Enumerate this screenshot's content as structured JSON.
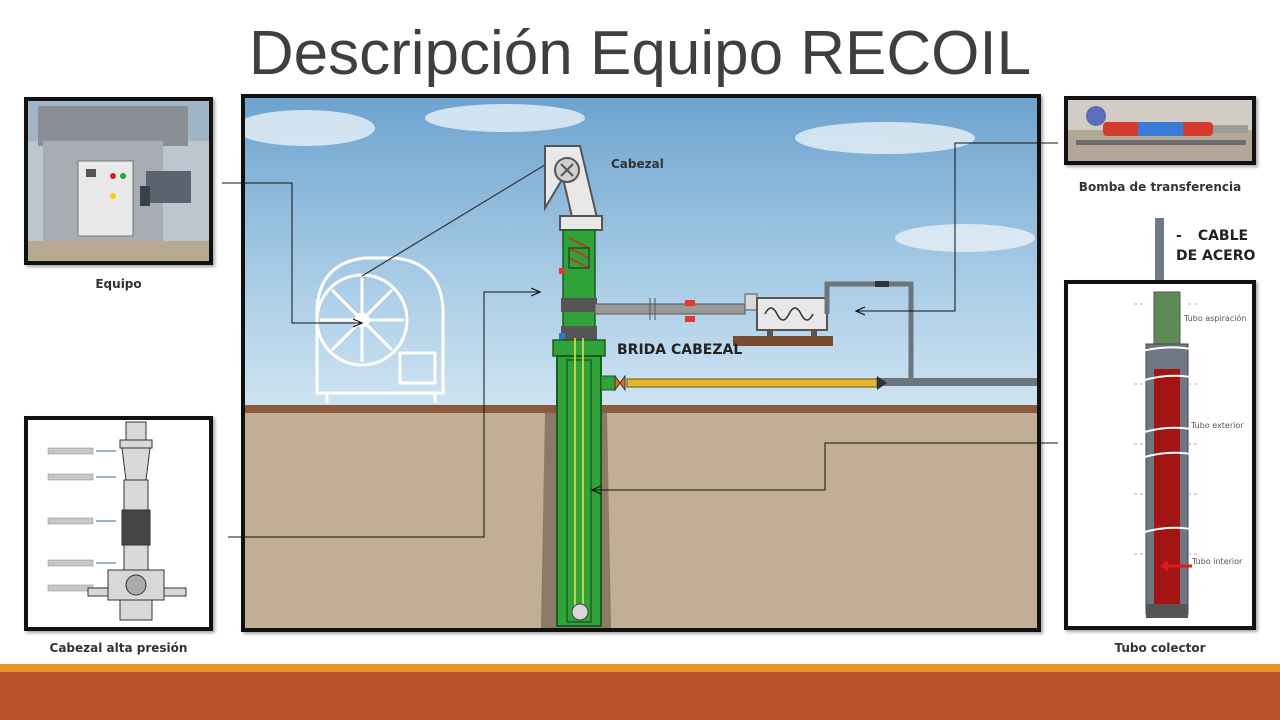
{
  "title": "Descripción Equipo RECOIL",
  "captions": {
    "equipo": "Equipo",
    "cabezal_alta_presion": "Cabezal alta presión",
    "bomba_transferencia": "Bomba de transferencia",
    "tubo_colector": "Tubo colector"
  },
  "diagram": {
    "cabezal": "Cabezal",
    "brida_cabezal": "BRIDA CABEZAL"
  },
  "cable": {
    "dash": "-",
    "line1": "CABLE",
    "line2": "DE ACERO"
  },
  "tubo_labels": {
    "aspiracion": "Tubo aspiración",
    "exterior": "Tubo exterior",
    "interior": "Tubo interior"
  },
  "colors": {
    "sky": "#7fb0d8",
    "ground": "#c2ae95",
    "pipe_green": "#2fa33a",
    "pipe_red": "#a01616",
    "footer_orange": "#e8952a",
    "footer_rust": "#b9542a"
  }
}
